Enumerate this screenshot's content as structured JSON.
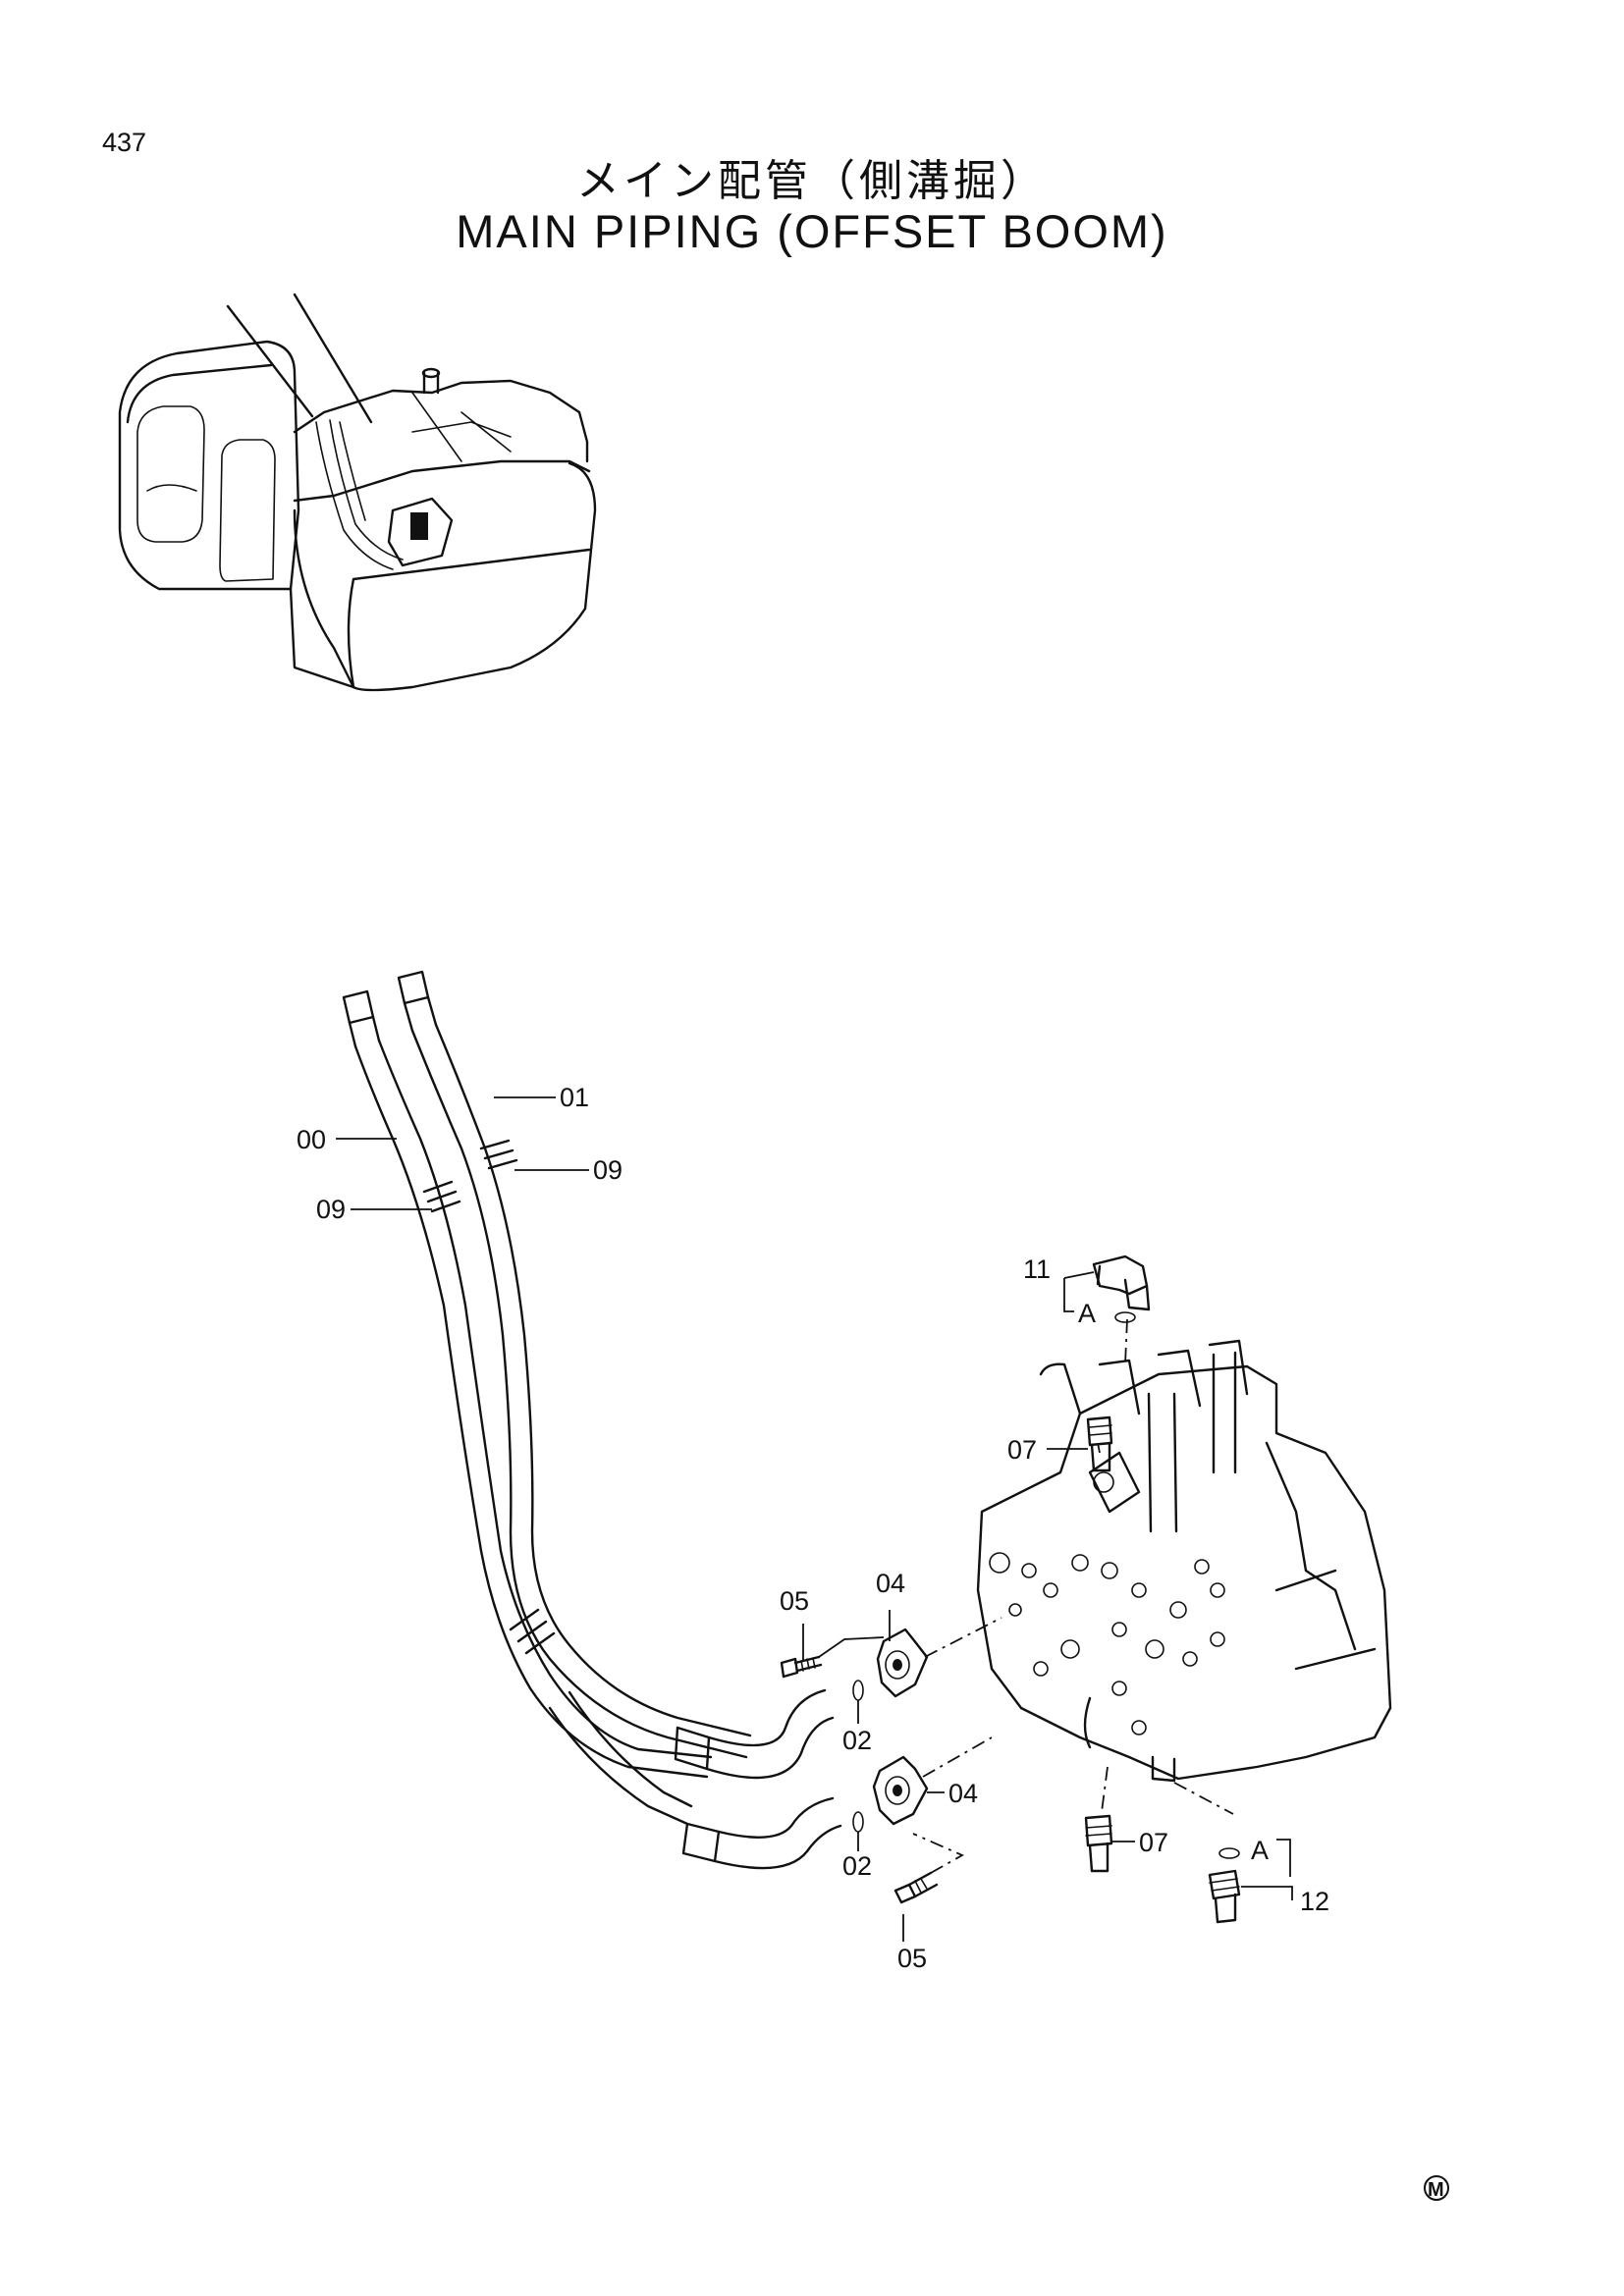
{
  "page_number": "437",
  "title_jp": "メイン配管（側溝掘）",
  "title_en": "MAIN PIPING (OFFSET BOOM)",
  "callouts": {
    "c00": "00",
    "c01": "01",
    "c09a": "09",
    "c09b": "09",
    "c11": "11",
    "cA1": "A",
    "c07a": "07",
    "c05a": "05",
    "c04a": "04",
    "c02a": "02",
    "c04b": "04",
    "c02b": "02",
    "c07b": "07",
    "cA2": "A",
    "c12": "12",
    "c05b": "05"
  },
  "mark": "M"
}
